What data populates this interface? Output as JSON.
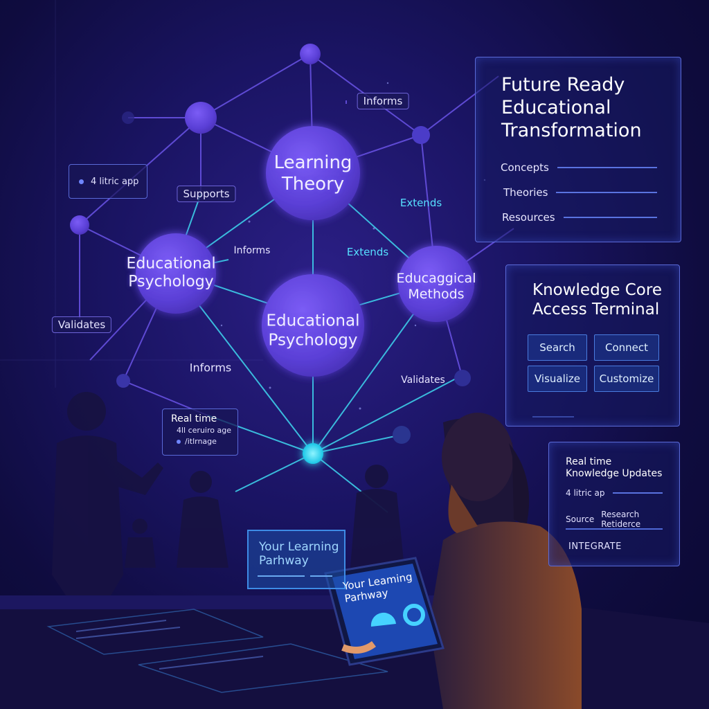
{
  "network": {
    "learning_theory": {
      "line1": "Learning",
      "line2": "Theory"
    },
    "educational_psychology_left": {
      "line1": "Educational",
      "line2": "Psychology"
    },
    "educational_psychology_center": {
      "line1": "Educational",
      "line2": "Psychology"
    },
    "educaggical_methods": {
      "line1": "Educaggical",
      "line2": "Methods"
    },
    "edges": {
      "informs_top": "Informs",
      "supports": "Supports",
      "extends_right": "Extends",
      "informs_mid": "Informs",
      "extends_mid": "Extends",
      "validates_left": "Validates",
      "informs_low": "Informs",
      "validates_right": "Validates"
    },
    "tag_app": "4 litric app",
    "realtime_tag": {
      "title": "Real time",
      "line2": "4ll ceruiro age",
      "line3": "/itlrnage"
    }
  },
  "future_panel": {
    "title_l1": "Future Ready",
    "title_l2": "Educational",
    "title_l3": "Transformation",
    "items": [
      "Concepts",
      "Theories",
      "Resources"
    ]
  },
  "terminal": {
    "title_l1": "Knowledge Core",
    "title_l2": "Access Terminal",
    "buttons": {
      "search": "Search",
      "connect": "Connect",
      "visualize": "Visualize",
      "customize": "Customize"
    }
  },
  "updates": {
    "title_l1": "Real time",
    "title_l2": "Knowledge Updates",
    "app": "4 litric ap",
    "source": "Source",
    "research": "Research Retiderce",
    "integrate": "INTEGRATE"
  },
  "pathway_sign": {
    "line1": "Your Learning",
    "line2": "Parhway"
  },
  "tablet": {
    "line1": "Your Leaming",
    "line2": "Parhway"
  },
  "colors": {
    "node": "#5b3fd9",
    "cyan": "#3fd8f0",
    "panel_border": "#5a6ad8",
    "background": "#1a1463"
  }
}
